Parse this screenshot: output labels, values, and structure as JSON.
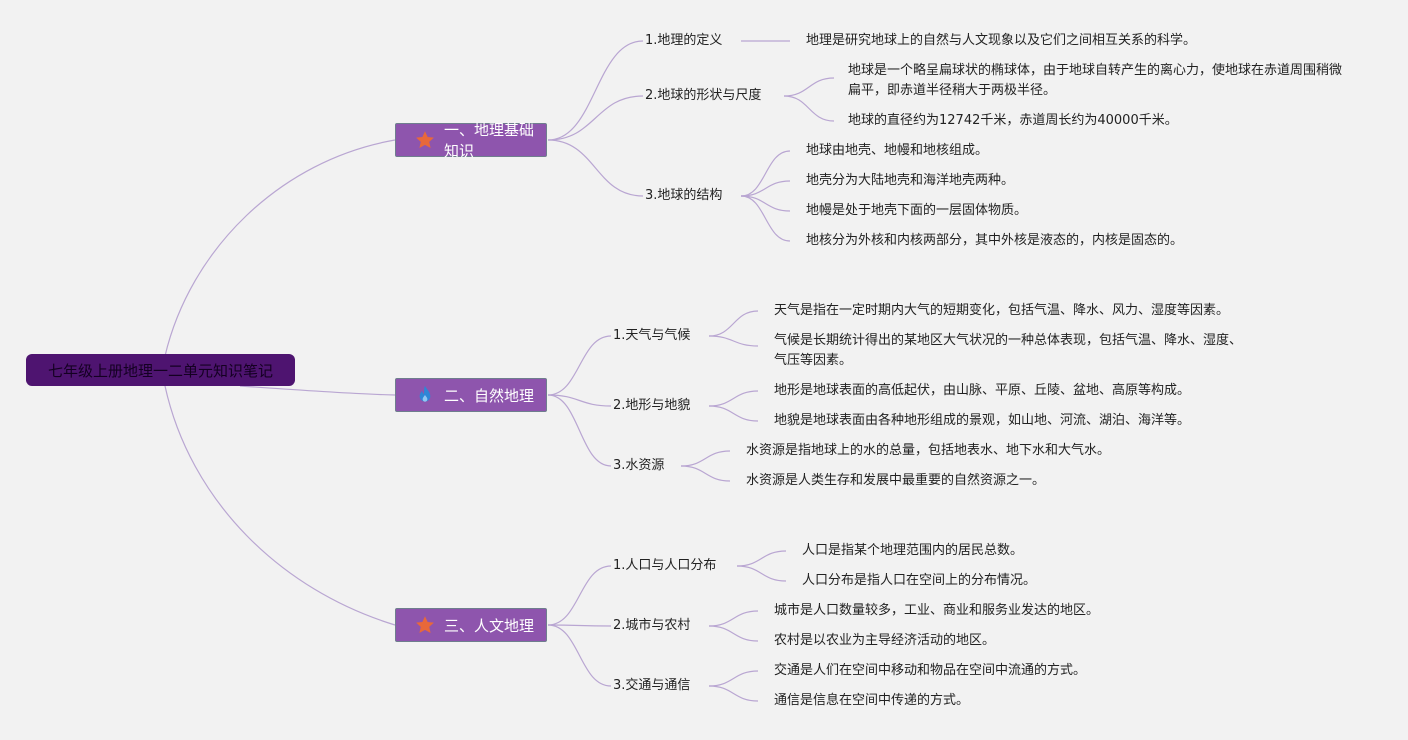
{
  "root": {
    "title": "七年级上册地理一二单元知识笔记"
  },
  "sections": [
    {
      "label": "一、地理基础知识",
      "icon": "star-icon",
      "topics": [
        {
          "label": "1.地理的定义",
          "notes": [
            "地理是研究地球上的自然与人文现象以及它们之间相互关系的科学。"
          ]
        },
        {
          "label": "2.地球的形状与尺度",
          "notes": [
            "地球是一个略呈扁球状的椭球体，由于地球自转产生的离心力，使地球在赤道周围稍微扁平，即赤道半径稍大于两极半径。",
            "地球的直径约为12742千米，赤道周长约为40000千米。"
          ]
        },
        {
          "label": "3.地球的结构",
          "notes": [
            "地球由地壳、地幔和地核组成。",
            "地壳分为大陆地壳和海洋地壳两种。",
            "地幔是处于地壳下面的一层固体物质。",
            "地核分为外核和内核两部分，其中外核是液态的，内核是固态的。"
          ]
        }
      ]
    },
    {
      "label": "二、自然地理",
      "icon": "flame-icon",
      "topics": [
        {
          "label": "1.天气与气候",
          "notes": [
            "天气是指在一定时期内大气的短期变化，包括气温、降水、风力、湿度等因素。",
            "气候是长期统计得出的某地区大气状况的一种总体表现，包括气温、降水、湿度、气压等因素。"
          ]
        },
        {
          "label": "2.地形与地貌",
          "notes": [
            "地形是地球表面的高低起伏，由山脉、平原、丘陵、盆地、高原等构成。",
            "地貌是地球表面由各种地形组成的景观，如山地、河流、湖泊、海洋等。"
          ]
        },
        {
          "label": "3.水资源",
          "notes": [
            "水资源是指地球上的水的总量，包括地表水、地下水和大气水。",
            "水资源是人类生存和发展中最重要的自然资源之一。"
          ]
        }
      ]
    },
    {
      "label": "三、人文地理",
      "icon": "star-icon",
      "topics": [
        {
          "label": "1.人口与人口分布",
          "notes": [
            "人口是指某个地理范围内的居民总数。",
            "人口分布是指人口在空间上的分布情况。"
          ]
        },
        {
          "label": "2.城市与农村",
          "notes": [
            "城市是人口数量较多，工业、商业和服务业发达的地区。",
            "农村是以农业为主导经济活动的地区。"
          ]
        },
        {
          "label": "3.交通与通信",
          "notes": [
            "交通是人们在空间中移动和物品在空间中流通的方式。",
            "通信是信息在空间中传递的方式。"
          ]
        }
      ]
    }
  ],
  "colors": {
    "root_bg": "#4e1470",
    "section_bg": "#8e55ad",
    "line": "#b9a6d2",
    "star": "#e8683a",
    "flame": "#2e86d6",
    "background": "#f2f2f2"
  }
}
